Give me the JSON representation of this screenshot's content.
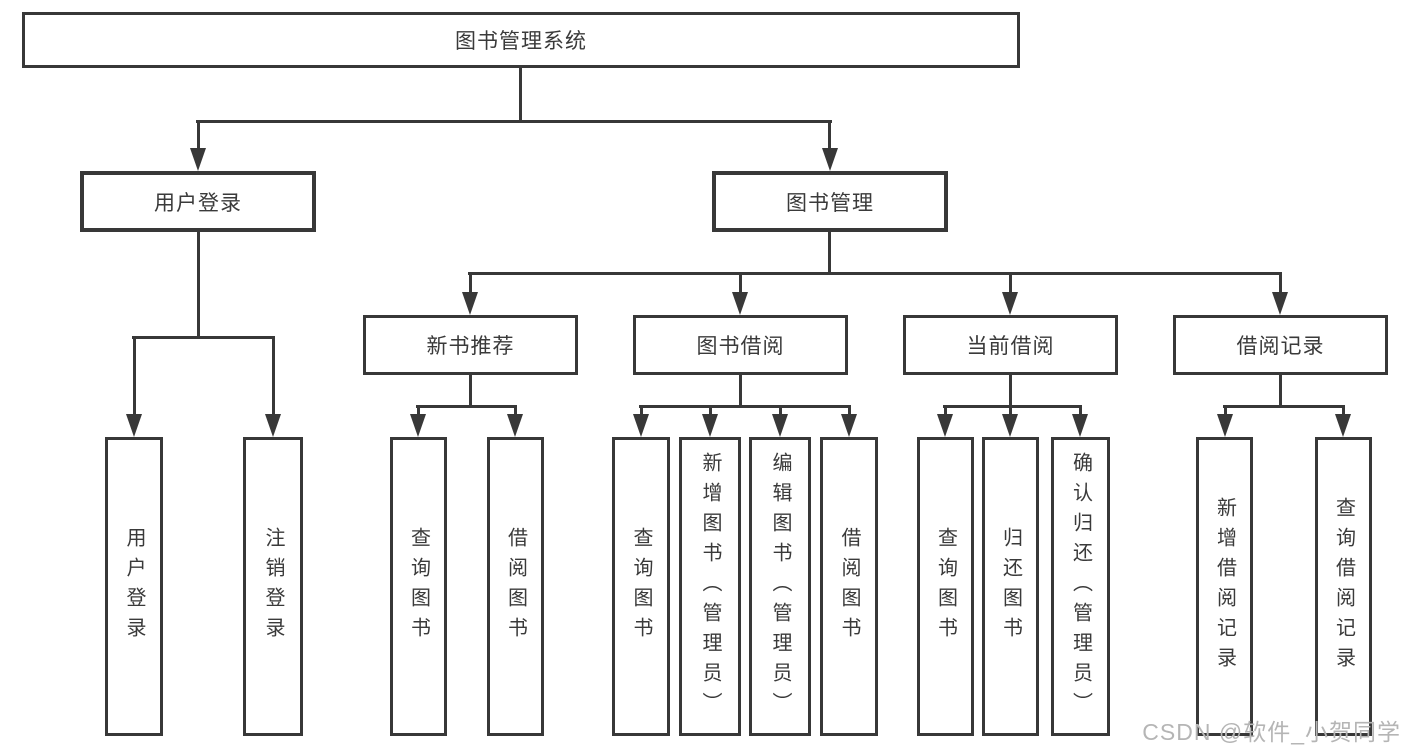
{
  "diagram": {
    "title": "图书管理系统",
    "level2": {
      "user_login": "用户登录",
      "book_management": "图书管理"
    },
    "level3": {
      "new_book_recommend": "新书推荐",
      "book_borrow": "图书借阅",
      "current_borrow": "当前借阅",
      "borrow_records": "借阅记录"
    },
    "leaves": {
      "user_login": [
        "用户登录",
        "注销登录"
      ],
      "new_book_recommend": [
        "查询图书",
        "借阅图书"
      ],
      "book_borrow": [
        "查询图书",
        "新增图书（管理员）",
        "编辑图书（管理员）",
        "借阅图书"
      ],
      "current_borrow": [
        "查询图书",
        "归还图书",
        "确认归还（管理员）"
      ],
      "borrow_records": [
        "新增借阅记录",
        "查询借阅记录"
      ]
    }
  },
  "watermark": "CSDN @软件_小贺同学",
  "colors": {
    "line": "#383838",
    "text": "#3a3a3a",
    "watermark": "#b5b5b5",
    "background": "#ffffff"
  }
}
